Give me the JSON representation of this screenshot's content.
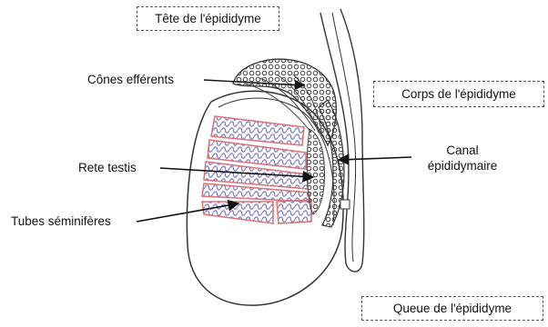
{
  "labels": {
    "tete": "Tête de l'épididyme",
    "cones": "Cônes efférents",
    "corps": "Corps de l'épididyme",
    "canal_line1": "Canal",
    "canal_line2": "épididymaire",
    "rete": "Rete testis",
    "tubes": "Tubes séminifères",
    "queue": "Queue de l'épididyme"
  },
  "colors": {
    "outline": "#333333",
    "tubule_wall": "#d9767a",
    "tubule_fill": "#7a78c8",
    "epididymis": "#444444"
  }
}
